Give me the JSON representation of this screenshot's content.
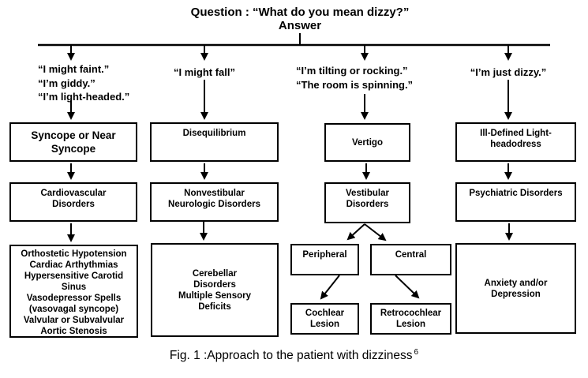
{
  "title": {
    "question": "Question : “What do you mean dizzy?”",
    "answer": "Answer"
  },
  "answers": {
    "faint": [
      "“I might faint.”",
      "“I’m giddy.”",
      "“I’m light-headed.”"
    ],
    "fall": [
      "“I might fall”"
    ],
    "tilting": [
      "“I’m tilting or rocking.”",
      "“The room is spinning.”"
    ],
    "dizzy": [
      "“I’m just dizzy.”"
    ]
  },
  "boxes": {
    "syncope": [
      "Syncope or Near",
      "Syncope"
    ],
    "disequilibrium": [
      "Disequilibrium"
    ],
    "vertigo": [
      "Vertigo"
    ],
    "ill_defined": [
      "Ill-Defined Light-",
      "headodress"
    ],
    "cardiovascular": [
      "Cardiovascular",
      "Disorders"
    ],
    "nonvestibular": [
      "Nonvestibular",
      "Neurologic Disorders"
    ],
    "vestibular": [
      "Vestibular",
      "Disorders"
    ],
    "psychiatric": [
      "Psychiatric Disorders"
    ],
    "syncope_causes": [
      "Orthostetic Hypotension",
      "Cardiac Arthythmias",
      "Hypersensitive Carotid",
      "Sinus",
      "Vasodepressor Spells",
      "(vasovagal syncope)",
      "Valvular or Subvalvular",
      "Aortic Stenosis"
    ],
    "cerebellar": [
      "Cerebellar",
      "Disorders",
      "Multiple Sensory",
      "Deficits"
    ],
    "peripheral": [
      "Peripheral"
    ],
    "central": [
      "Central"
    ],
    "cochlear": [
      "Cochlear",
      "Lesion"
    ],
    "retrocochlear": [
      "Retrocochlear",
      "Lesion"
    ],
    "anxiety": [
      "Anxiety and/or",
      "Depression"
    ]
  },
  "caption": {
    "text": "Fig. 1 :Approach to the patient with dizziness",
    "superscript": "6"
  },
  "colors": {
    "ink": "#000000",
    "background": "#ffffff"
  }
}
